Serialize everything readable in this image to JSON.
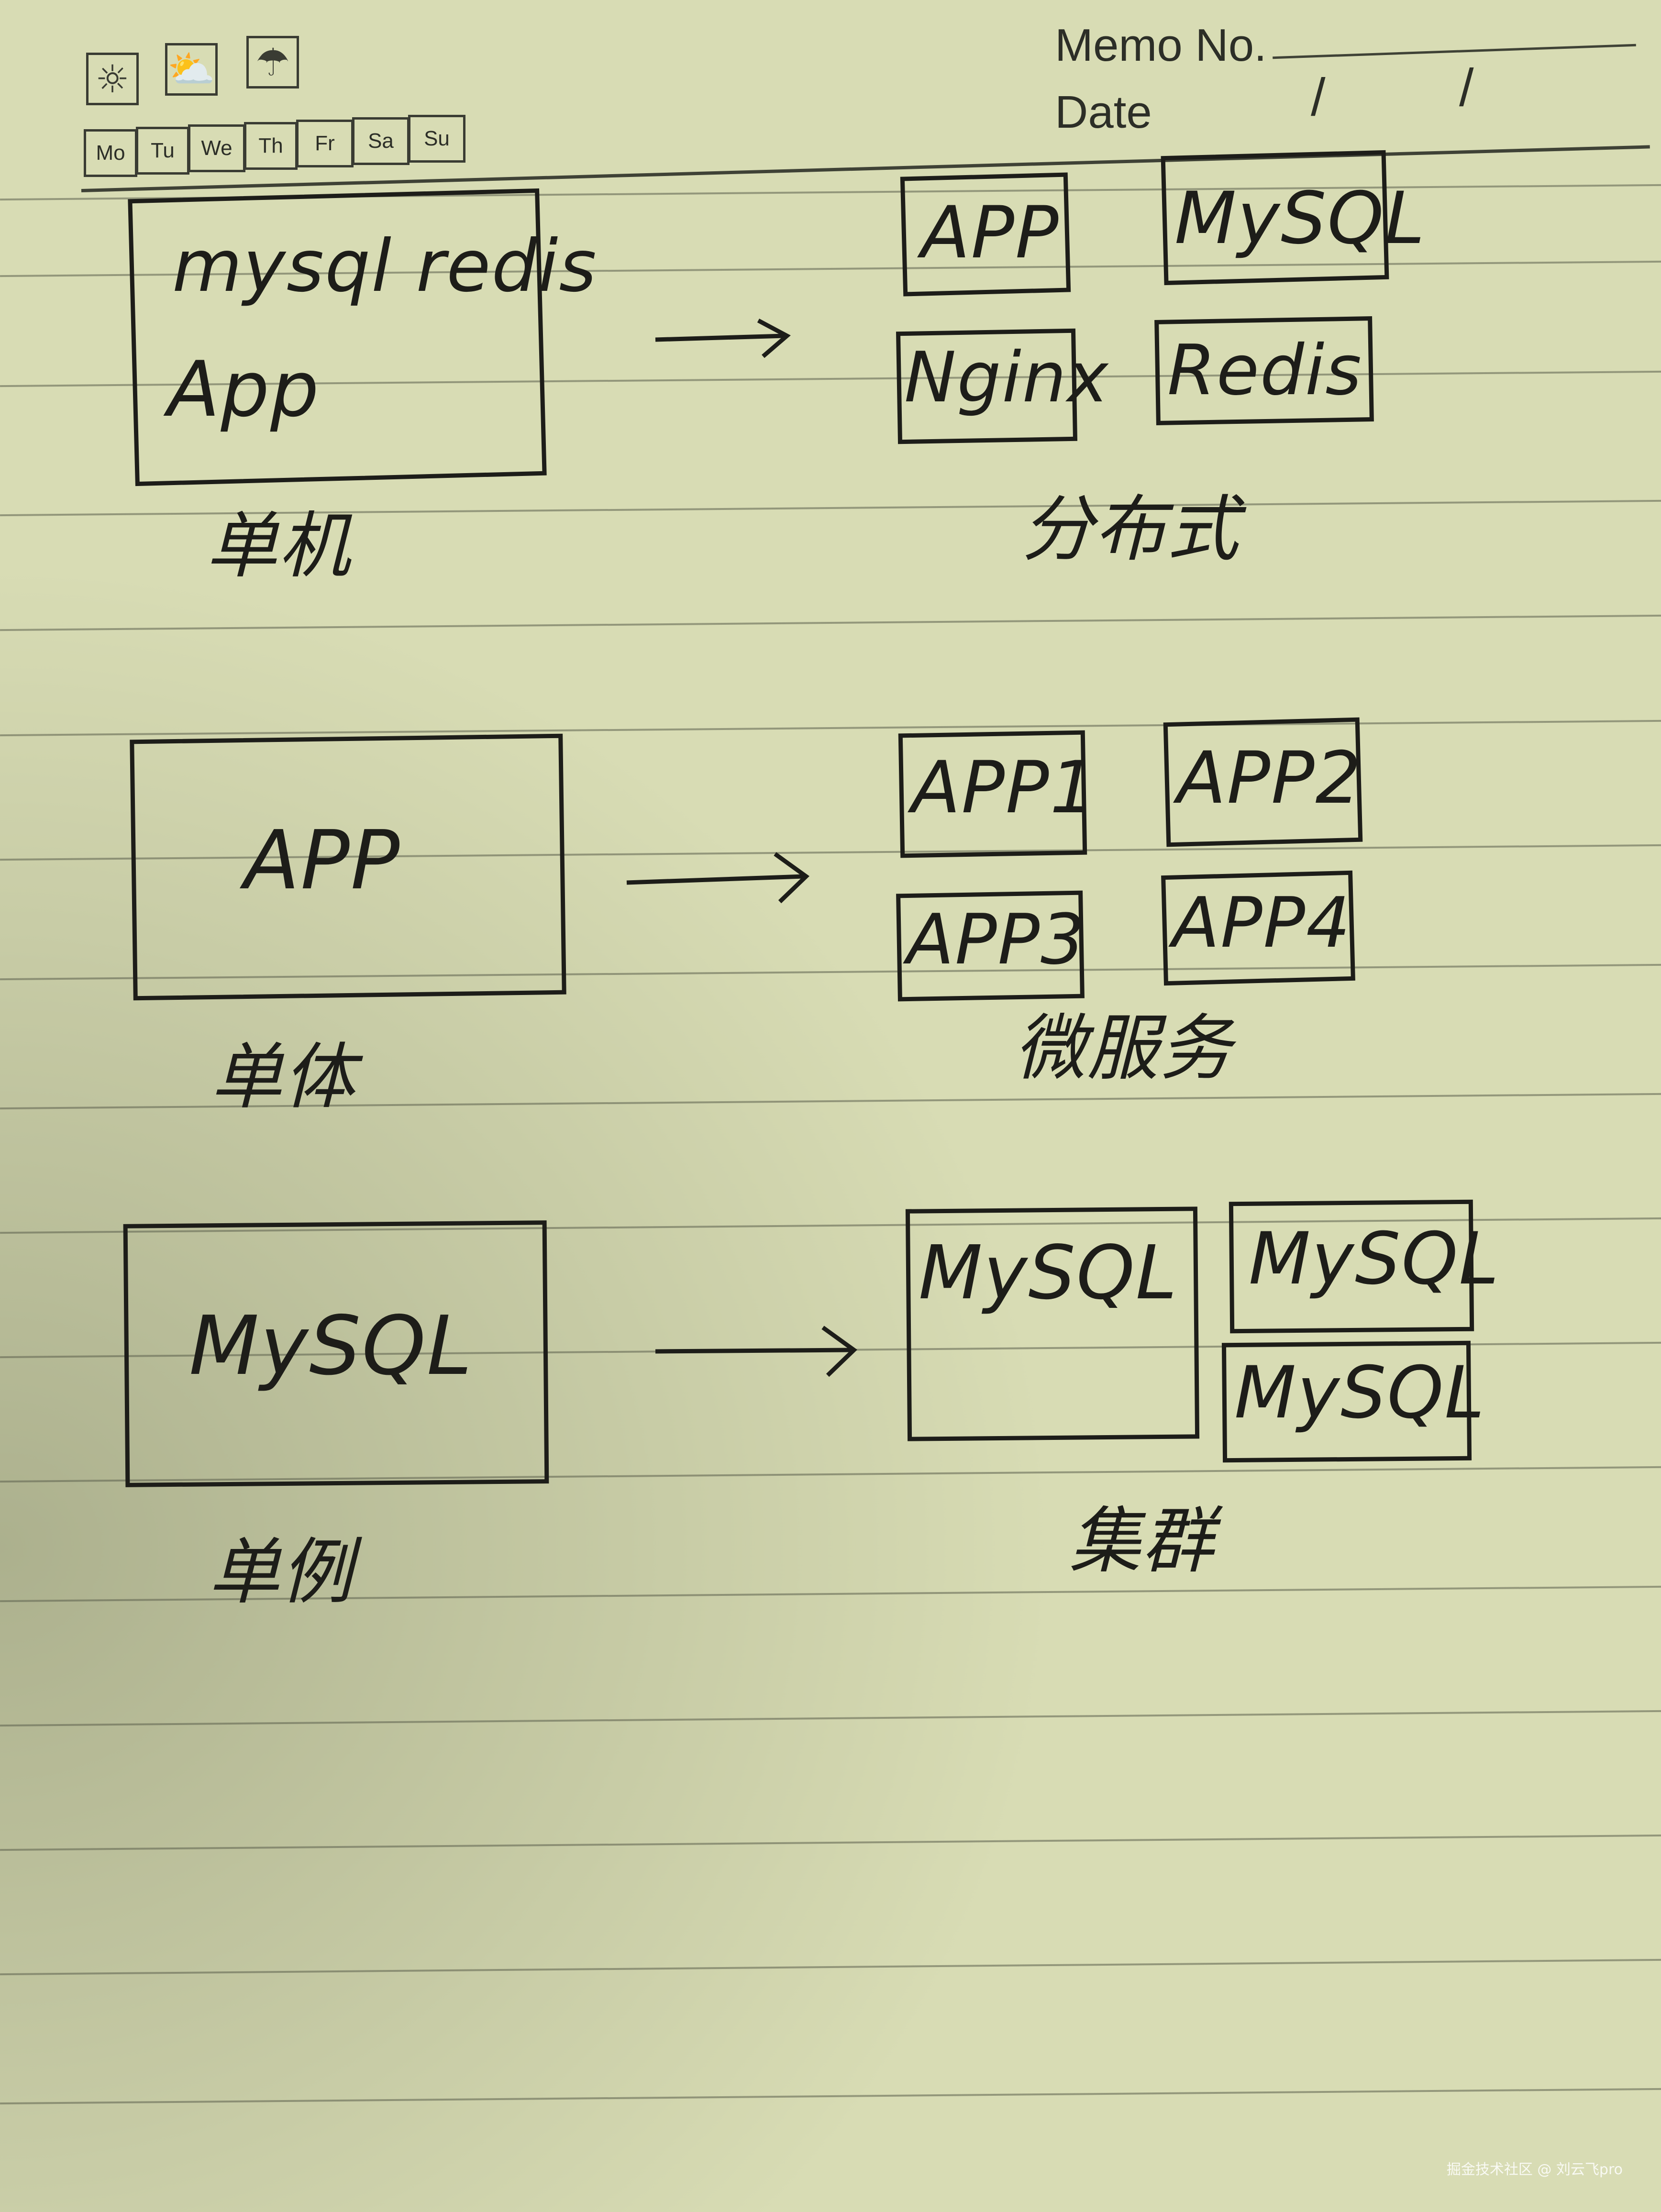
{
  "header": {
    "weather_icons": [
      "sun-icon",
      "cloud-sun-icon",
      "umbrella-icon"
    ],
    "days": [
      "Mo",
      "Tu",
      "We",
      "Th",
      "Fr",
      "Sa",
      "Su"
    ],
    "memo_label": "Memo No.",
    "date_label": "Date",
    "date_sep": "/"
  },
  "rows": [
    {
      "left": {
        "lines": [
          "mysql  redis",
          "App"
        ],
        "caption": "单机"
      },
      "right": {
        "boxes": [
          "APP",
          "MySQL",
          "Nginx",
          "Redis"
        ],
        "caption": "分布式"
      }
    },
    {
      "left": {
        "lines": [
          "APP"
        ],
        "caption": "单体"
      },
      "right": {
        "boxes": [
          "APP1",
          "APP2",
          "APP3",
          "APP4"
        ],
        "caption": "微服务"
      }
    },
    {
      "left": {
        "lines": [
          "MySQL"
        ],
        "caption": "单例"
      },
      "right": {
        "boxes": [
          "MySQL",
          "MySQL",
          "MySQL"
        ],
        "caption": "集群"
      }
    }
  ],
  "watermark": "掘金技术社区 @ 刘云飞pro",
  "colors": {
    "paper": "#d8dcb4",
    "ink": "#1d1d19",
    "rule": "#5b5f4c"
  }
}
